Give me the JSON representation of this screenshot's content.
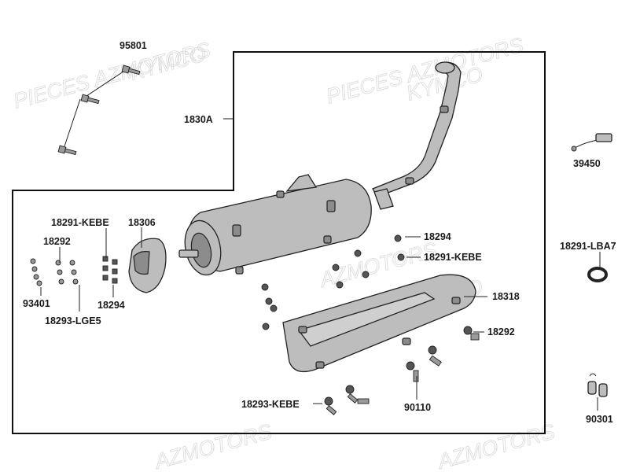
{
  "watermarks": [
    "PIECES AZMOTORS",
    "KYMCO",
    "PIECES AZMOTORS",
    "KYMCO",
    "AZMOTORS",
    "KYMCO",
    "AZMOTORS",
    "AZMOTORS"
  ],
  "labels": {
    "p95801": "95801",
    "p1830A": "1830A",
    "p39450": "39450",
    "p18291KEBE": "18291-KEBE",
    "p18306": "18306",
    "p18292a": "18292",
    "p93401": "93401",
    "p18294a": "18294",
    "p18293LGE5": "18293-LGE5",
    "p18294b": "18294",
    "p18291KEBE2": "18291-KEBE",
    "p18291LBA7": "18291-LBA7",
    "p18318": "18318",
    "p18292b": "18292",
    "p18293KEBE": "18293-KEBE",
    "p90110": "90110",
    "p90301": "90301"
  },
  "colors": {
    "line": "#111111",
    "part_fill": "#bdbdbd",
    "watermark": "#d9d9d9"
  }
}
